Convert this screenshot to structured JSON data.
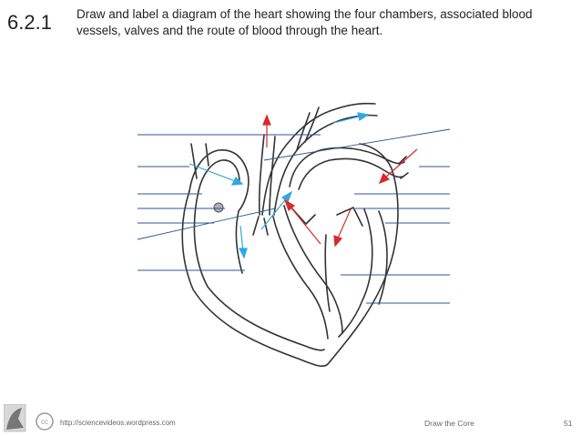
{
  "slide": {
    "number": "6.2.1",
    "question": "Draw and label a diagram of the heart showing the four chambers, associated blood vessels, valves and the route of blood through the heart."
  },
  "footer": {
    "url": "http://sciencevideos.wordpress.com",
    "right_text": "Draw the Core",
    "page": "51"
  },
  "colors": {
    "outline": "#333333",
    "label_line": "#2f5597",
    "arrow_blue": "#2fa8e0",
    "arrow_red": "#d62b2b",
    "node": "#b0b0b0"
  },
  "icons": [
    "logo-icon",
    "creative-commons-icon"
  ]
}
